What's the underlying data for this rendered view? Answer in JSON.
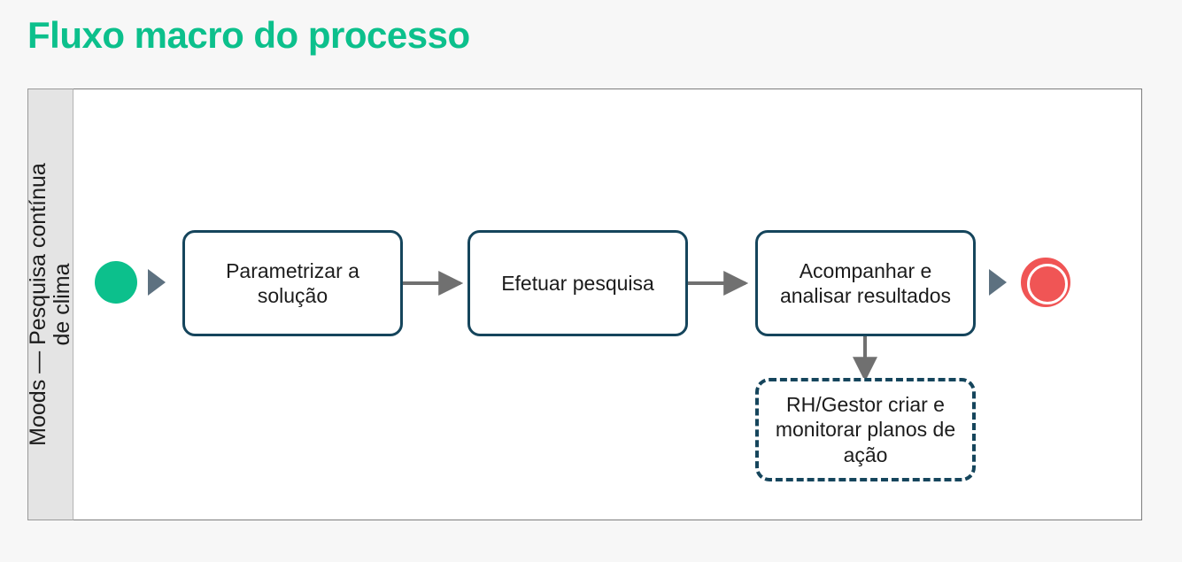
{
  "page": {
    "title": "Fluxo macro do processo",
    "title_color": "#0cc08c",
    "background_color": "#f7f7f7"
  },
  "diagram": {
    "type": "bpmn-process-flow",
    "lane": {
      "label_line1": "Moods — Pesquisa contínua",
      "label_line2": "de clima",
      "header_background": "#e4e4e4",
      "body_background": "#ffffff"
    },
    "events": [
      {
        "id": "start",
        "kind": "start-event",
        "color": "#0cc08c",
        "label": ""
      },
      {
        "id": "end",
        "kind": "end-event",
        "color": "#f05555",
        "label": ""
      }
    ],
    "tasks": [
      {
        "id": "task-1",
        "label": "Parametrizar a solução",
        "style": "solid",
        "border_color": "#15455c"
      },
      {
        "id": "task-2",
        "label": "Efetuar pesquisa",
        "style": "solid",
        "border_color": "#15455c"
      },
      {
        "id": "task-3",
        "label": "Acompanhar e analisar resultados",
        "style": "solid",
        "border_color": "#15455c"
      },
      {
        "id": "task-4",
        "label": "RH/Gestor criar e monitorar planos de ação",
        "style": "dashed",
        "border_color": "#15455c"
      }
    ],
    "connectors": [
      {
        "from": "start",
        "to": "task-1",
        "marker": "triangle",
        "color": "#5d7180"
      },
      {
        "from": "task-1",
        "to": "task-2",
        "marker": "arrow",
        "color": "#707070"
      },
      {
        "from": "task-2",
        "to": "task-3",
        "marker": "arrow",
        "color": "#707070"
      },
      {
        "from": "task-3",
        "to": "end",
        "marker": "triangle",
        "color": "#5d7180"
      },
      {
        "from": "task-3",
        "to": "task-4",
        "marker": "arrow",
        "color": "#707070",
        "direction": "down"
      }
    ]
  }
}
